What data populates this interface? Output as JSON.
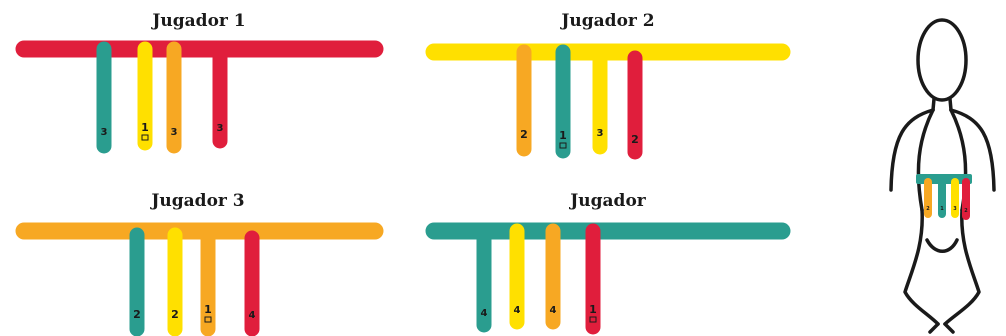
{
  "colors": {
    "red": "#E01E3C",
    "yellow": "#FFE000",
    "orange": "#F7A823",
    "teal": "#2A9D8F",
    "figure": "#1a1a1a"
  },
  "players": [
    {
      "title": "Jugador 1",
      "main_color": "red",
      "strands": [
        {
          "color": "teal",
          "label": "3",
          "icon": false
        },
        {
          "color": "yellow",
          "label": "1",
          "icon": true
        },
        {
          "color": "orange",
          "label": "3",
          "icon": false
        },
        {
          "color": "red",
          "label": "3",
          "icon": false
        }
      ]
    },
    {
      "title": "Jugador 2",
      "main_color": "yellow",
      "strands": [
        {
          "color": "orange",
          "label": "2",
          "icon": false
        },
        {
          "color": "teal",
          "label": "1",
          "icon": true
        },
        {
          "color": "yellow",
          "label": "3",
          "icon": false
        },
        {
          "color": "red",
          "label": "2",
          "icon": false
        }
      ]
    },
    {
      "title": "Jugador 3",
      "main_color": "orange",
      "strands": [
        {
          "color": "teal",
          "label": "2",
          "icon": false
        },
        {
          "color": "yellow",
          "label": "2",
          "icon": false
        },
        {
          "color": "orange",
          "label": "1",
          "icon": true
        },
        {
          "color": "red",
          "label": "4",
          "icon": false
        }
      ]
    },
    {
      "title": "Jugador",
      "main_color": "teal",
      "strands": [
        {
          "color": "teal",
          "label": "4",
          "icon": false
        },
        {
          "color": "yellow",
          "label": "4",
          "icon": false
        },
        {
          "color": "orange",
          "label": "4",
          "icon": false
        },
        {
          "color": "red",
          "label": "1",
          "icon": true
        }
      ]
    }
  ],
  "figure": {
    "belt_color": "teal",
    "strands": [
      {
        "color": "orange",
        "label": "2"
      },
      {
        "color": "teal",
        "label": "1"
      },
      {
        "color": "yellow",
        "label": "3"
      },
      {
        "color": "red",
        "label": "2"
      }
    ]
  }
}
